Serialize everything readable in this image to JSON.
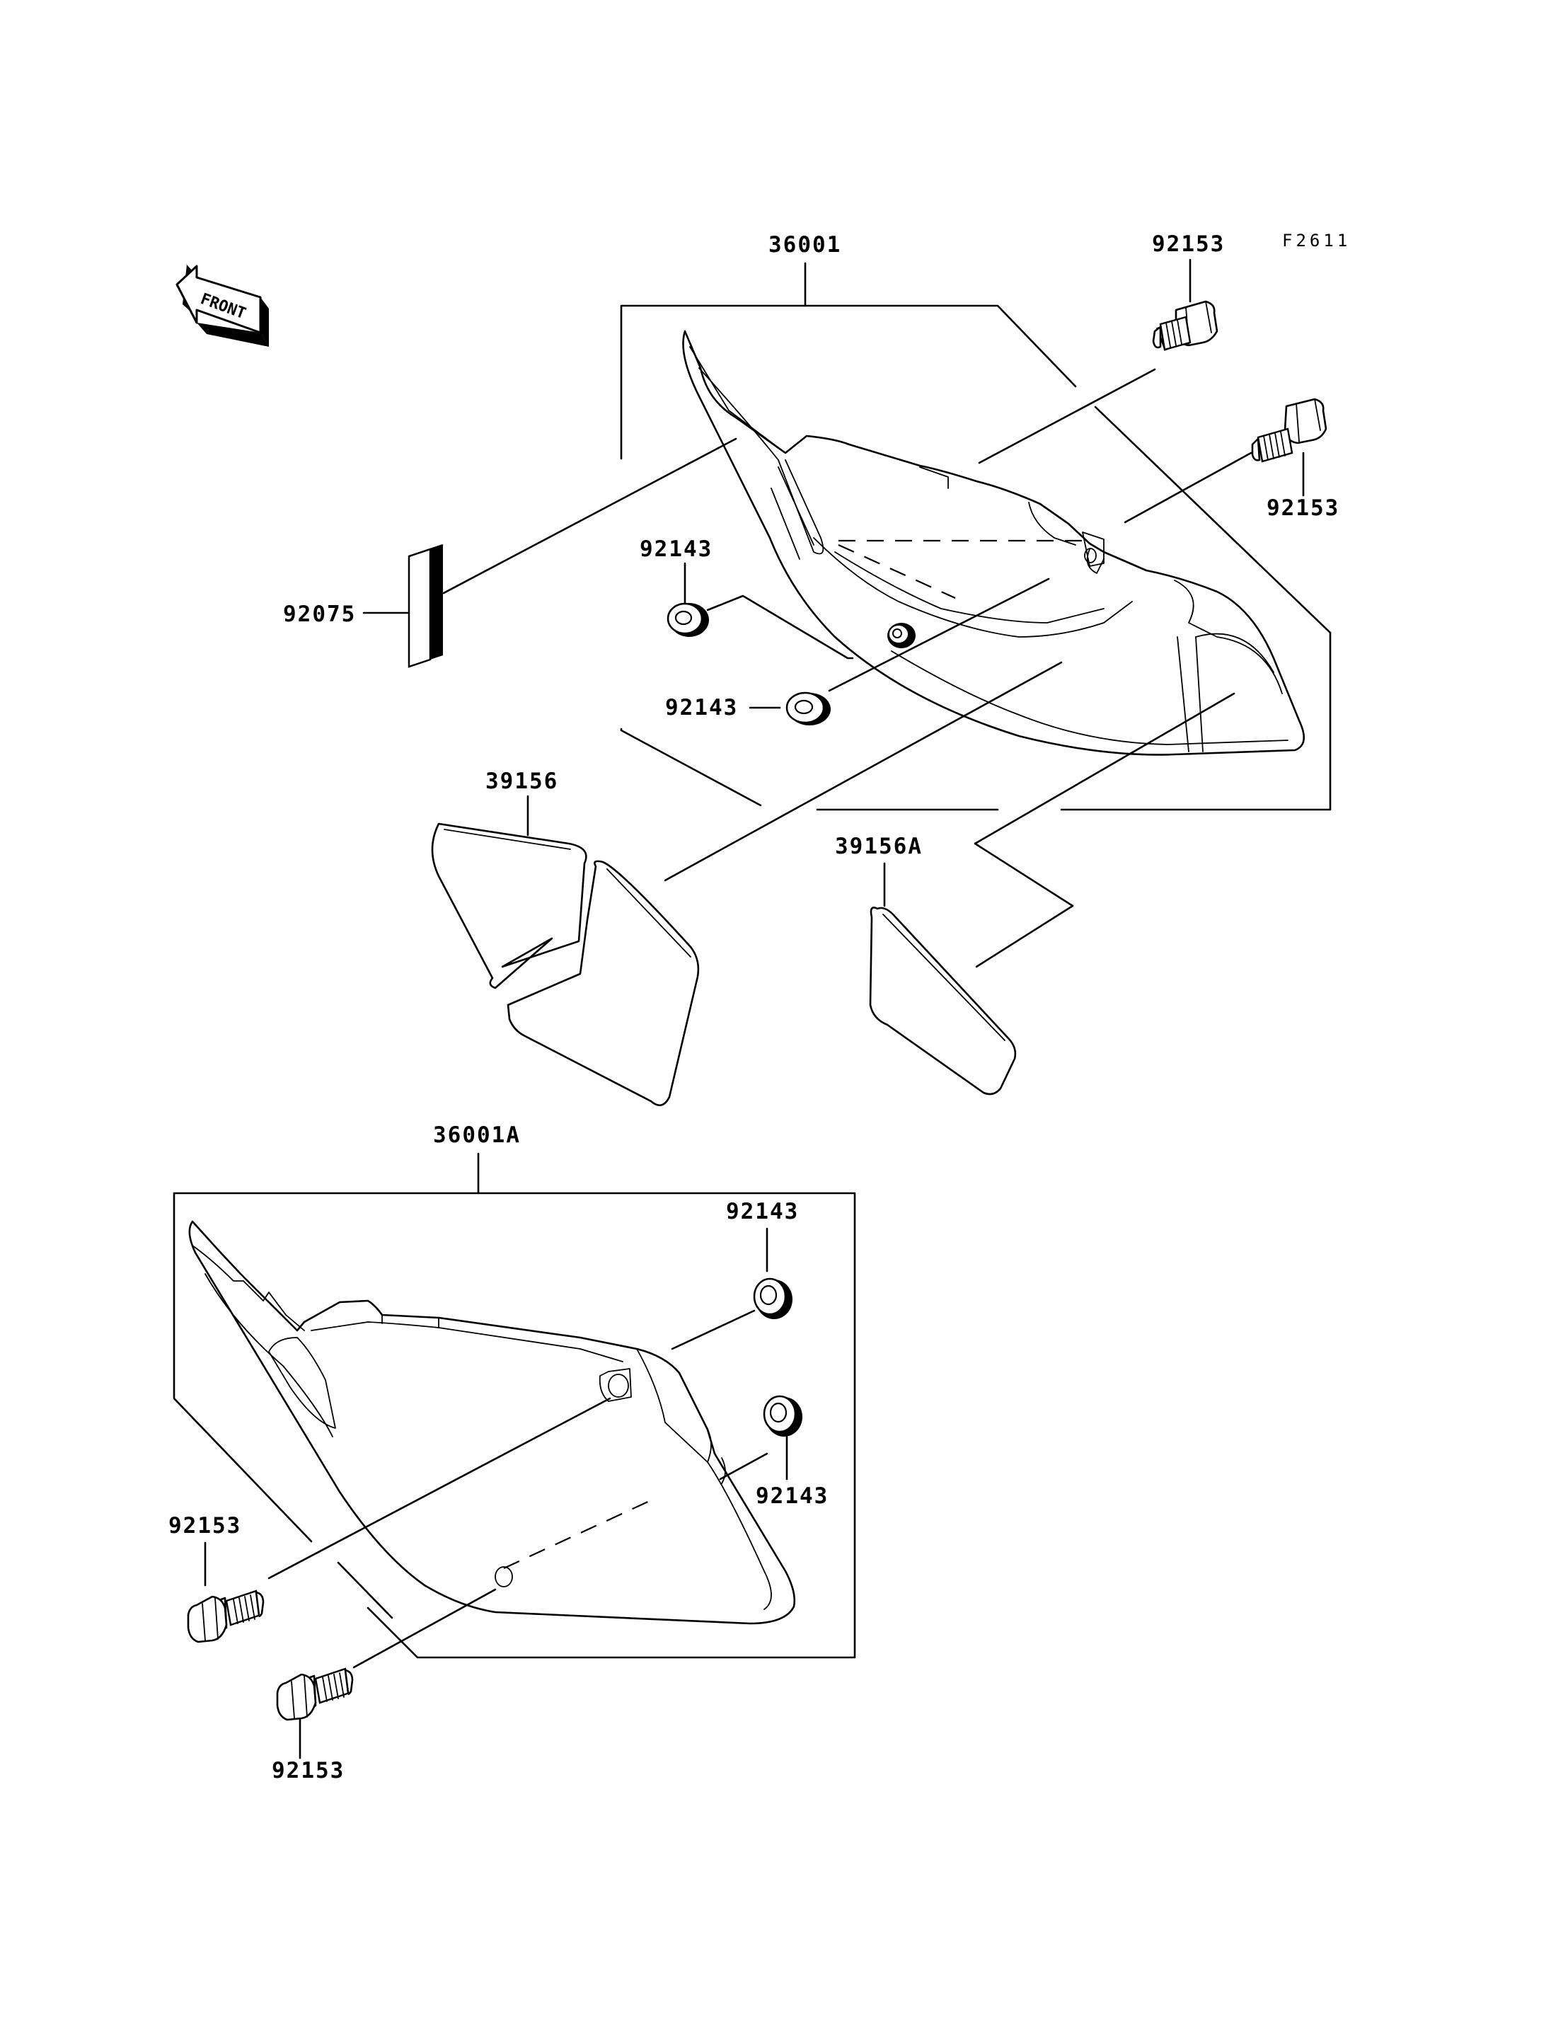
{
  "figure_code": "F2611",
  "front_label": "FRONT",
  "parts": {
    "p36001": "36001",
    "p36001A": "36001A",
    "p92153_top": "92153",
    "p92153_right": "92153",
    "p92153_left": "92153",
    "p92153_bottom": "92153",
    "p92143_upper_a": "92143",
    "p92143_upper_b": "92143",
    "p92143_lower_a": "92143",
    "p92143_lower_b": "92143",
    "p92075": "92075",
    "p39156": "39156",
    "p39156A": "39156A"
  }
}
